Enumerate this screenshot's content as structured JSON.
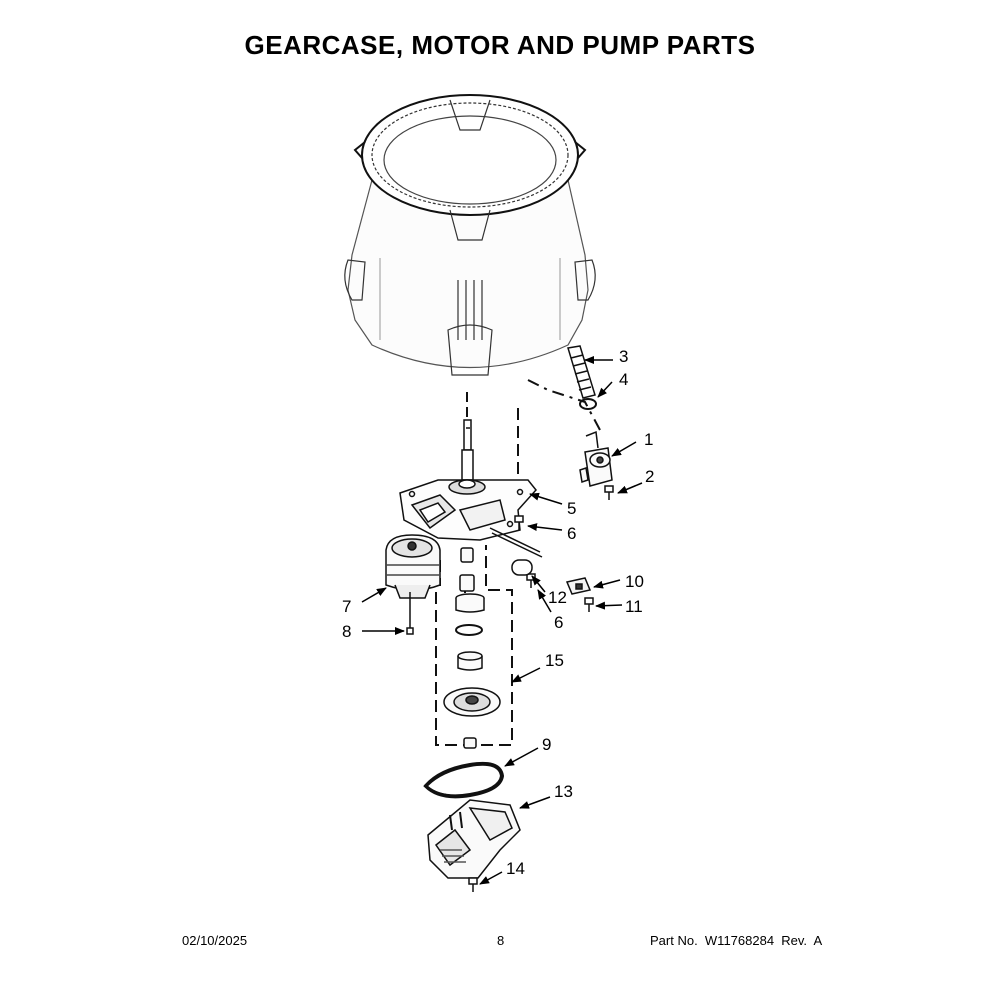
{
  "title": "GEARCASE, MOTOR AND PUMP PARTS",
  "callouts": {
    "p1": "1",
    "p2": "2",
    "p3": "3",
    "p4": "4",
    "p5": "5",
    "p6a": "6",
    "p6b": "6",
    "p7": "7",
    "p8": "8",
    "p9": "9",
    "p10": "10",
    "p11": "11",
    "p12": "12",
    "p13": "13",
    "p14": "14",
    "p15": "15"
  },
  "footer": {
    "date": "02/10/2025",
    "page": "8",
    "part_number": "Part No.  W11768284  Rev.  A"
  }
}
